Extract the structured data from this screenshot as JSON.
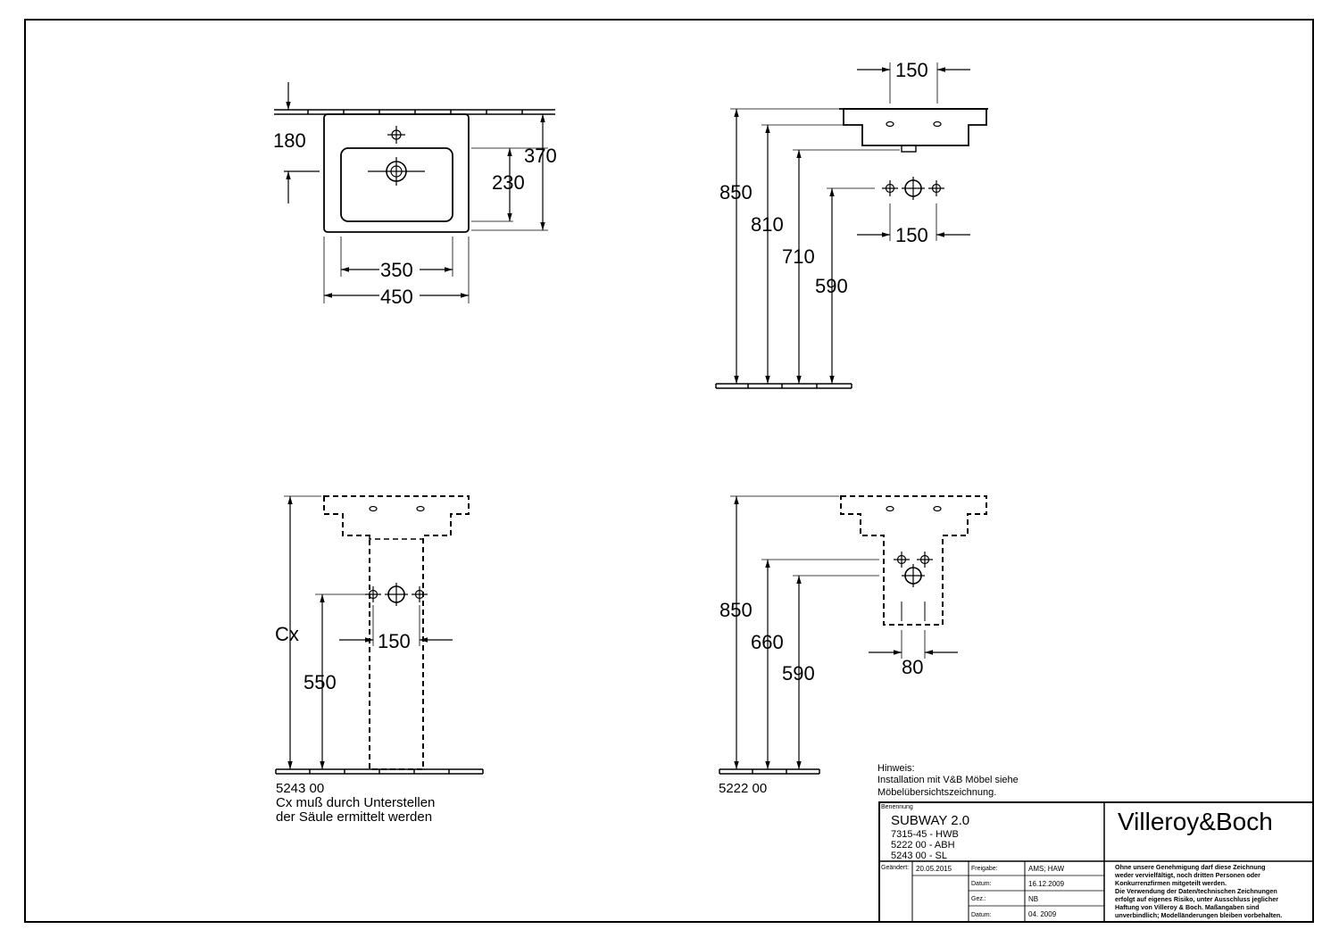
{
  "dims": {
    "top_180": "180",
    "top_370": "370",
    "top_230": "230",
    "top_350": "350",
    "top_450": "450",
    "side_150_top": "150",
    "side_150_bottom": "150",
    "side_850": "850",
    "side_810": "810",
    "side_710": "710",
    "side_590": "590",
    "ped_cx": "Cx",
    "ped_550": "550",
    "ped_150": "150",
    "half_850": "850",
    "half_660": "660",
    "half_590": "590",
    "half_80": "80"
  },
  "labels": {
    "ped_code": "5243 00",
    "ped_note_1": "Cx muß durch Unterstellen",
    "ped_note_2": "der Säule ermittelt werden",
    "half_code": "5222 00",
    "hint_1": "Hinweis:",
    "hint_2": "Installation mit V&B Möbel siehe",
    "hint_3": "Möbelübersichtszeichnung."
  },
  "title_block": {
    "benennung_label": "Benennung",
    "product": "SUBWAY 2.0",
    "line1": "7315-45 - HWB",
    "line2": "5222 00 - ABH",
    "line3": "5243 00 - SL",
    "brand": "Villeroy&Boch",
    "geaendert_label": "Geändert:",
    "geaendert_value": "20.05.2015",
    "freigabe_label": "Freigabe:",
    "freigabe_value": "AMS; HAW",
    "datum1_label": "Datum:",
    "datum1_value": "16.12.2009",
    "gez_label": "Gez.:",
    "gez_value": "NB",
    "datum2_label": "Datum:",
    "datum2_value": "04. 2009",
    "disclaimer": [
      "Ohne unsere Genehmigung darf diese Zeichnung",
      "weder vervielfältigt, noch dritten Personen oder",
      "Konkurrenzfirmen mitgeteilt werden.",
      "Die Verwendung der Daten/technischen Zeichnungen",
      "erfolgt auf eigenes Risiko, unter Ausschluss jeglicher",
      "Haftung von Villeroy & Boch. Maßangaben sind",
      "unverbindlich; Modelländerungen bleiben vorbehalten."
    ]
  }
}
